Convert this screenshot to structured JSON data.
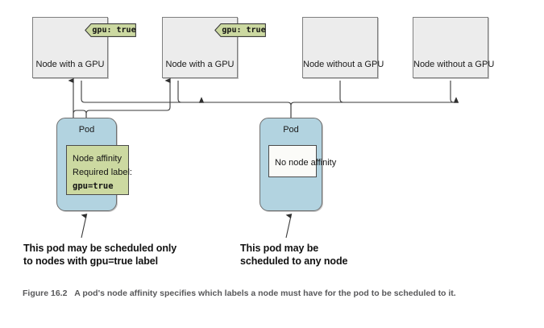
{
  "figure": {
    "number": "Figure 16.2",
    "text": "A pod's node affinity specifies which labels a node must have for the pod to be scheduled to it."
  },
  "colors": {
    "node_fill": "#ececec",
    "node_stroke": "#808080",
    "tag_fill": "#ccd9a1",
    "tag_stroke": "#3c3c3c",
    "pod_fill": "#b2d3e0",
    "pod_stroke": "#6f6f6f",
    "affinity_fill": "#ccd9a1",
    "no_affinity_fill": "#fbfbf8",
    "line": "#3a3a3a",
    "caption_text": "#58585a"
  },
  "nodes": [
    {
      "label": "Node with a GPU",
      "tag": "gpu: true",
      "has_tag": true,
      "arrows": 2
    },
    {
      "label": "Node with a GPU",
      "tag": "gpu: true",
      "has_tag": true,
      "arrows": 2
    },
    {
      "label": "Node without a GPU",
      "tag": "",
      "has_tag": false,
      "arrows": 1
    },
    {
      "label": "Node without a GPU",
      "tag": "",
      "has_tag": false,
      "arrows": 1
    }
  ],
  "pods": [
    {
      "title": "Pod",
      "inner_kind": "affinity",
      "lines": [
        "Node affinity",
        "Required label:"
      ],
      "mono_line": "gpu=true",
      "annotation_line1": "This pod may be scheduled only",
      "annotation_line2": "to nodes with gpu=true label"
    },
    {
      "title": "Pod",
      "inner_kind": "no-affinity",
      "lines": [
        "No node affinity"
      ],
      "mono_line": "",
      "annotation_line1": "This pod may be",
      "annotation_line2": "scheduled to any node"
    }
  ]
}
